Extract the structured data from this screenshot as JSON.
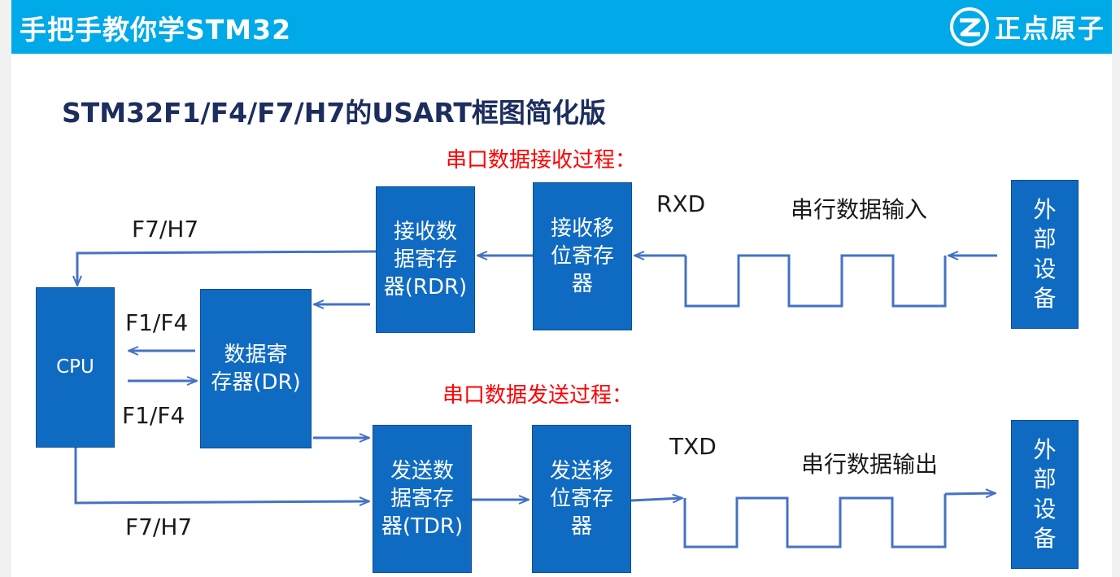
{
  "header": {
    "title": "手把手教你学STM32",
    "brand_name": "正点原子",
    "brand_logo_icon": "zhengdian-logo-icon"
  },
  "subtitle": "STM32F1/F4/F7/H7的USART框图简化版",
  "receive": {
    "title": "串口数据接收过程：",
    "rdr_box": "接收数\n据寄存\n器(RDR)",
    "shift_box": "接收移\n位寄存\n器",
    "pin_label": "RXD",
    "data_label": "串行数据输入",
    "device_box": "外\n部\n设\n备"
  },
  "transmit": {
    "title": "串口数据发送过程：",
    "tdr_box": "发送数\n据寄存\n器(TDR)",
    "shift_box": "发送移\n位寄存\n器",
    "pin_label": "TXD",
    "data_label": "串行数据输出",
    "device_box": "外\n部\n设\n备"
  },
  "core": {
    "cpu_box": "CPU",
    "dr_box": "数据寄\n存器(DR)",
    "label_f7h7_top": "F7/H7",
    "label_f1f4_top": "F1/F4",
    "label_f1f4_bottom": "F1/F4",
    "label_f7h7_bottom": "F7/H7"
  },
  "colors": {
    "header_bg": "#00a9e8",
    "box_fill": "#0f6bc2",
    "line": "#4472c4",
    "subtitle": "#1c2d5e",
    "heading_red": "#ff0000"
  }
}
